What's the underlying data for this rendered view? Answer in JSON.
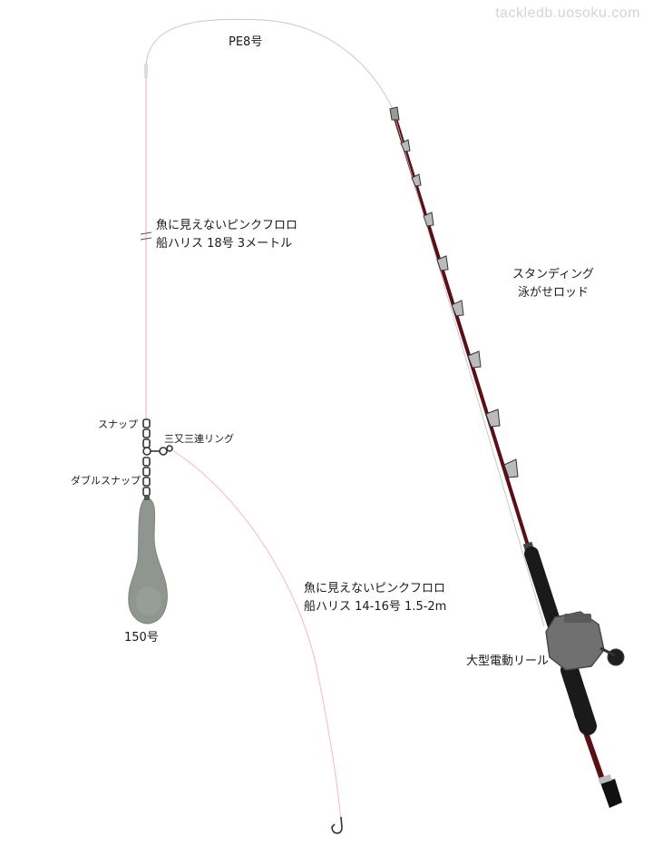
{
  "watermark": "tackledb.uosoku.com",
  "labels": {
    "main_line": "PE8号",
    "leader_line1": "魚に見えないピンクフロロ",
    "leader_line2": "船ハリス 18号 3メートル",
    "snap": "スナップ",
    "ring": "三又三連リング",
    "double_snap": "ダブルスナップ",
    "sinker": "150号",
    "harris_line1": "魚に見えないピンクフロロ",
    "harris_line2": "船ハリス 14-16号 1.5-2m",
    "rod_line1": "スタンディング",
    "rod_line2": "泳がせロッド",
    "reel": "大型電動リール"
  },
  "colors": {
    "leader": "#f2b8c6",
    "main_line": "#c9c9c9",
    "rod_blank": "#5a0f14",
    "grip": "#1a1a1a",
    "reel": "#7a7a7a",
    "sinker": "#8f968f"
  }
}
